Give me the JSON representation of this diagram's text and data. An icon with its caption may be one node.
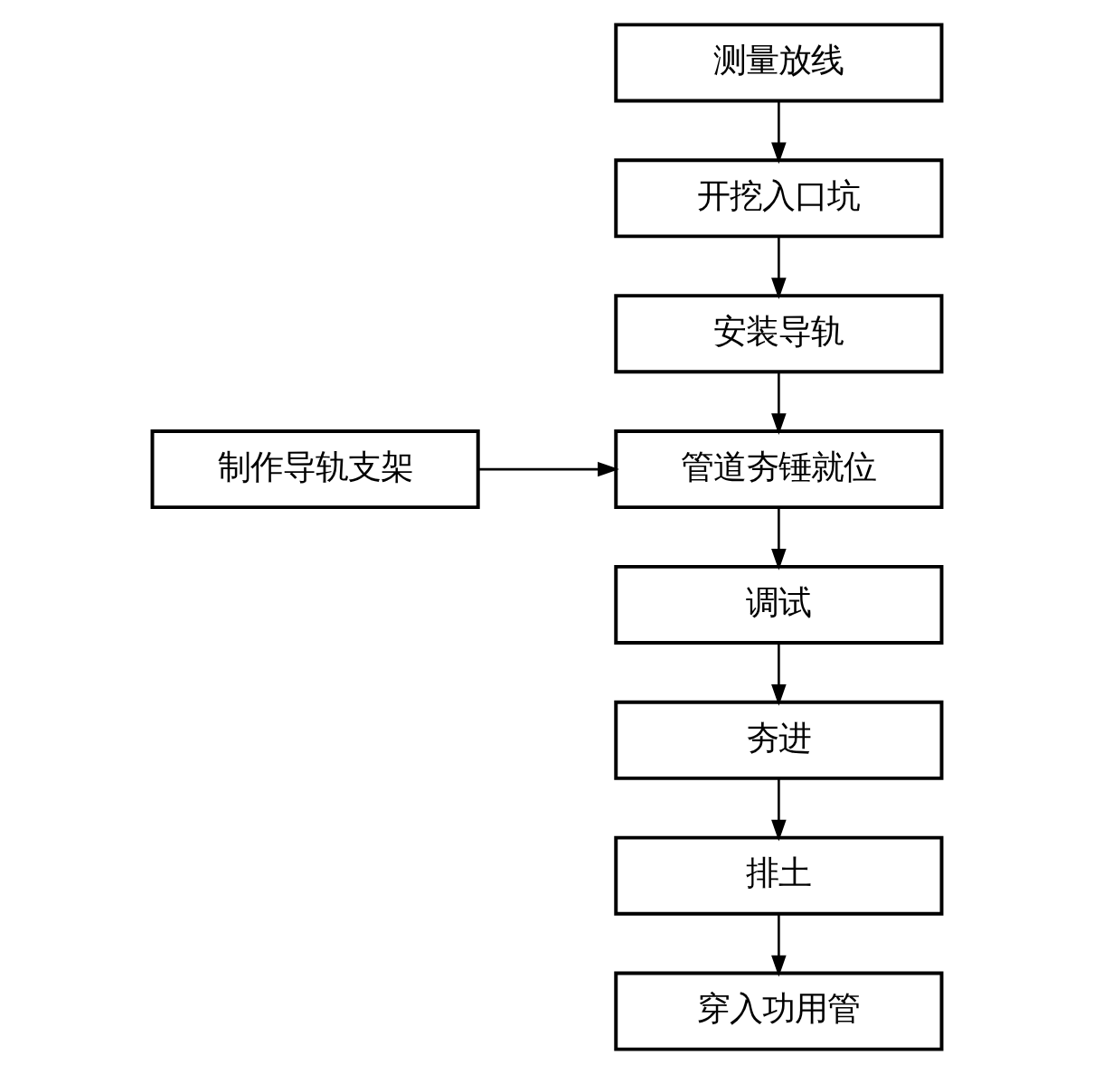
{
  "diagram": {
    "nodes": [
      {
        "text": [
          "测量放线"
        ]
      },
      {
        "text": [
          "开挖入口坑"
        ]
      },
      {
        "text": [
          "安装导轨"
        ]
      },
      {
        "text": [
          "管道夯锤就位"
        ]
      },
      {
        "text": [
          "制作导轨支架"
        ]
      },
      {
        "text": [
          "调试"
        ]
      },
      {
        "text": [
          "夯进"
        ]
      },
      {
        "text": [
          "排土"
        ]
      },
      {
        "text": [
          "穿入功用管"
        ]
      }
    ],
    "edges": [
      {
        "from": 0,
        "to": 1,
        "arrow": "to"
      },
      {
        "from": 1,
        "to": 2,
        "arrow": "to"
      },
      {
        "from": 2,
        "to": 3,
        "arrow": "to"
      },
      {
        "from": 4,
        "to": 3,
        "arrow": "to"
      },
      {
        "from": 3,
        "to": 5,
        "arrow": "to"
      },
      {
        "from": 5,
        "to": 6,
        "arrow": "to"
      },
      {
        "from": 6,
        "to": 7,
        "arrow": "to"
      },
      {
        "from": 7,
        "to": 8,
        "arrow": "to"
      }
    ]
  }
}
